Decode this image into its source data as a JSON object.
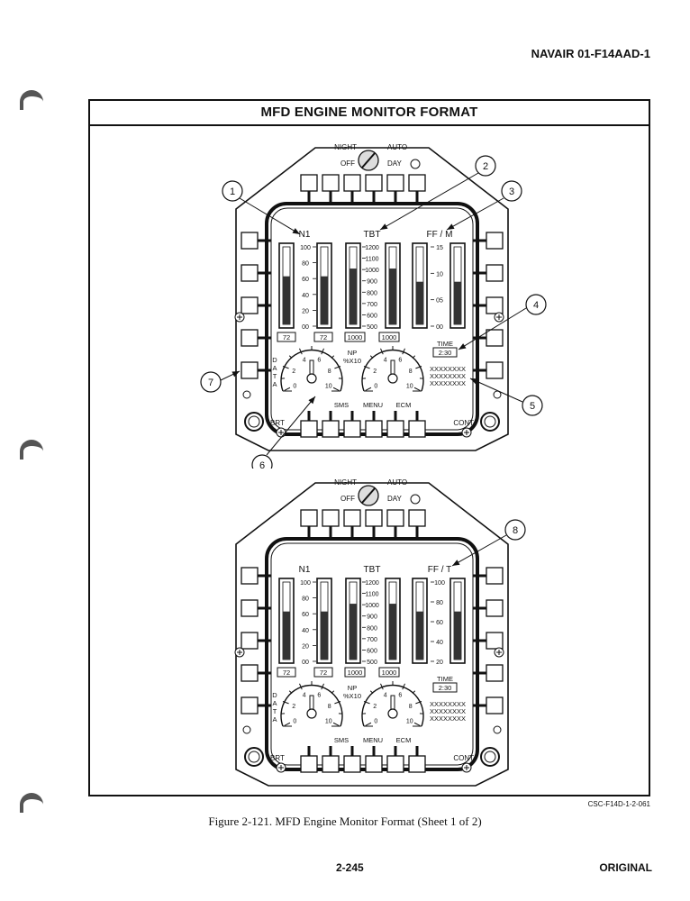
{
  "header": {
    "doc_id": "NAVAIR 01-F14AAD-1"
  },
  "figure": {
    "title": "MFD ENGINE MONITOR FORMAT",
    "caption": "Figure 2-121.  MFD Engine Monitor Format (Sheet 1 of 2)",
    "code": "CSC-F14D-1-2-061"
  },
  "panels": [
    {
      "knob": {
        "night": "NIGHT",
        "auto": "AUTO",
        "off": "OFF",
        "day": "DAY"
      },
      "headers": {
        "n1": "N1",
        "tbt": "TBT",
        "ff": "FF / M"
      },
      "n1_scale": [
        "100",
        "80",
        "60",
        "40",
        "20",
        "00"
      ],
      "tbt_scale": [
        "1200",
        "1100",
        "1000",
        "900",
        "800",
        "700",
        "600",
        "500"
      ],
      "ff_scale": [
        "15",
        "10",
        "05",
        "00"
      ],
      "readouts": {
        "n1_left": "72",
        "n1_right": "72",
        "tbt_left": "1000",
        "tbt_right": "1000"
      },
      "time_label": "TIME",
      "time_value": "2:30",
      "xx_lines": [
        "XXXXXXXX",
        "XXXXXXXX",
        "XXXXXXXX"
      ],
      "np_label": "NP",
      "np_unit": "%X10",
      "gauge_ticks": [
        "0",
        "2",
        "4",
        "6",
        "8",
        "10"
      ],
      "data_label": [
        "D",
        "A",
        "T",
        "A"
      ],
      "bottom": {
        "sms": "SMS",
        "menu": "MENU",
        "ecm": "ECM",
        "brt": "BRT",
        "cont": "CONT"
      },
      "bar_levels": {
        "n1": [
          0.62,
          0.62
        ],
        "tbt": [
          0.72,
          0.72
        ],
        "ff": [
          0.55,
          0.55
        ]
      },
      "callouts": [
        "1",
        "2",
        "3",
        "4",
        "5",
        "6",
        "7"
      ]
    },
    {
      "knob": {
        "night": "NIGHT",
        "auto": "AUTO",
        "off": "OFF",
        "day": "DAY"
      },
      "headers": {
        "n1": "N1",
        "tbt": "TBT",
        "ff": "FF / T"
      },
      "n1_scale": [
        "100",
        "80",
        "60",
        "40",
        "20",
        "00"
      ],
      "tbt_scale": [
        "1200",
        "1100",
        "1000",
        "900",
        "800",
        "700",
        "600",
        "500"
      ],
      "ff_scale": [
        "100",
        "80",
        "60",
        "40",
        "20"
      ],
      "readouts": {
        "n1_left": "72",
        "n1_right": "72",
        "tbt_left": "1000",
        "tbt_right": "1000"
      },
      "time_label": "TIME",
      "time_value": "2:30",
      "xx_lines": [
        "XXXXXXXX",
        "XXXXXXXX",
        "XXXXXXXX"
      ],
      "np_label": "NP",
      "np_unit": "%X10",
      "gauge_ticks": [
        "0",
        "2",
        "4",
        "6",
        "8",
        "10"
      ],
      "data_label": [
        "D",
        "A",
        "T",
        "A"
      ],
      "bottom": {
        "sms": "SMS",
        "menu": "MENU",
        "ecm": "ECM",
        "brt": "BRT",
        "cont": "CONT"
      },
      "bar_levels": {
        "n1": [
          0.62,
          0.62
        ],
        "tbt": [
          0.72,
          0.72
        ],
        "ff": [
          0.62,
          0.62
        ]
      },
      "callouts": [
        "8"
      ]
    }
  ],
  "footer": {
    "page": "2-245",
    "status": "ORIGINAL"
  }
}
